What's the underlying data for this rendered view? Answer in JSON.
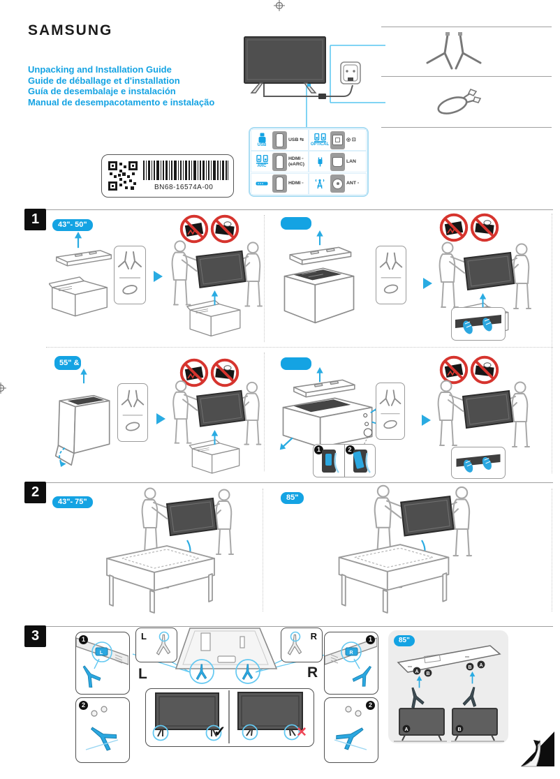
{
  "brand": "SAMSUNG",
  "titles": [
    "Unpacking and Installation Guide",
    "Guide de déballage et d'installation",
    "Guía de desembalaje e instalación",
    "Manual de desempacotamento e instalação"
  ],
  "label_code": "BN68-16574A-00",
  "ports": {
    "left": [
      {
        "cap": "USB",
        "l1": "USB ⇆",
        "l2": ""
      },
      {
        "cap": "ARC",
        "l1": "HDMI ▫",
        "l2": "(eARC)"
      },
      {
        "cap": "",
        "l1": "HDMI ▫",
        "l2": ""
      }
    ],
    "right": [
      {
        "cap": "OPTICAL",
        "l1": "◎ ⊡",
        "l2": ""
      },
      {
        "cap": "",
        "l1": "LAN",
        "l2": ""
      },
      {
        "cap": "",
        "l1": "ANT ▫",
        "l2": ""
      }
    ]
  },
  "steps": {
    "one": "1",
    "two": "2"
  },
  "s1": {
    "num": "1",
    "pill_a": "43\"- 50\"",
    "pill_b": "",
    "pill_c": "55\" &",
    "pill_d": ""
  },
  "s2": {
    "num": "2",
    "pill_a": "43\"- 75\"",
    "pill_b": "85\""
  },
  "s3": {
    "num": "3",
    "pill": "85\"",
    "l": "L",
    "r": "R",
    "check": "✓",
    "cross": "✕",
    "a": "A",
    "b": "B"
  }
}
